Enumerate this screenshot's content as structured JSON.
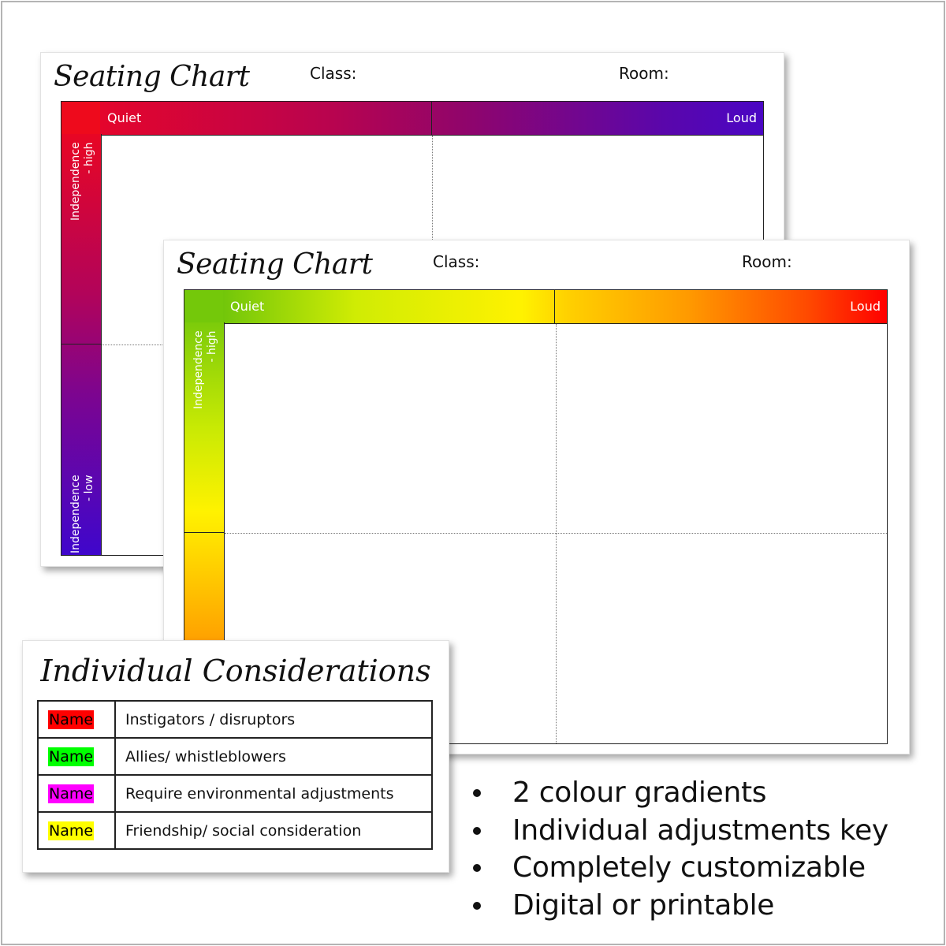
{
  "back_chart": {
    "title": "Seating Chart",
    "class_label": "Class:",
    "room_label": "Room:",
    "top_left_label": "Quiet",
    "top_right_label": "Loud",
    "side_top_label": "Independence\n       - high",
    "side_bottom_label": "Independence\n- low",
    "gradient": {
      "start": "#f00714",
      "mid": "#a5045e",
      "end": "#4a06c4"
    }
  },
  "front_chart": {
    "title": "Seating Chart",
    "class_label": "Class:",
    "room_label": "Room:",
    "top_left_label": "Quiet",
    "top_right_label": "Loud",
    "side_top_label": "Independence\n       - high",
    "gradient": {
      "start": "#6cc40a",
      "mid": "#fff200",
      "end": "#ff0000"
    }
  },
  "key_card": {
    "title": "Individual Considerations",
    "rows": [
      {
        "name": "Name",
        "color": "#ff0000",
        "description": "Instigators / disruptors"
      },
      {
        "name": "Name",
        "color": "#00ff00",
        "description": "Allies/ whistleblowers"
      },
      {
        "name": "Name",
        "color": "#ff00ff",
        "description": "Require environmental adjustments"
      },
      {
        "name": "Name",
        "color": "#ffff00",
        "description": "Friendship/ social consideration"
      }
    ]
  },
  "features": [
    "2 colour gradients",
    "Individual adjustments key",
    "Completely customizable",
    "Digital or printable"
  ]
}
